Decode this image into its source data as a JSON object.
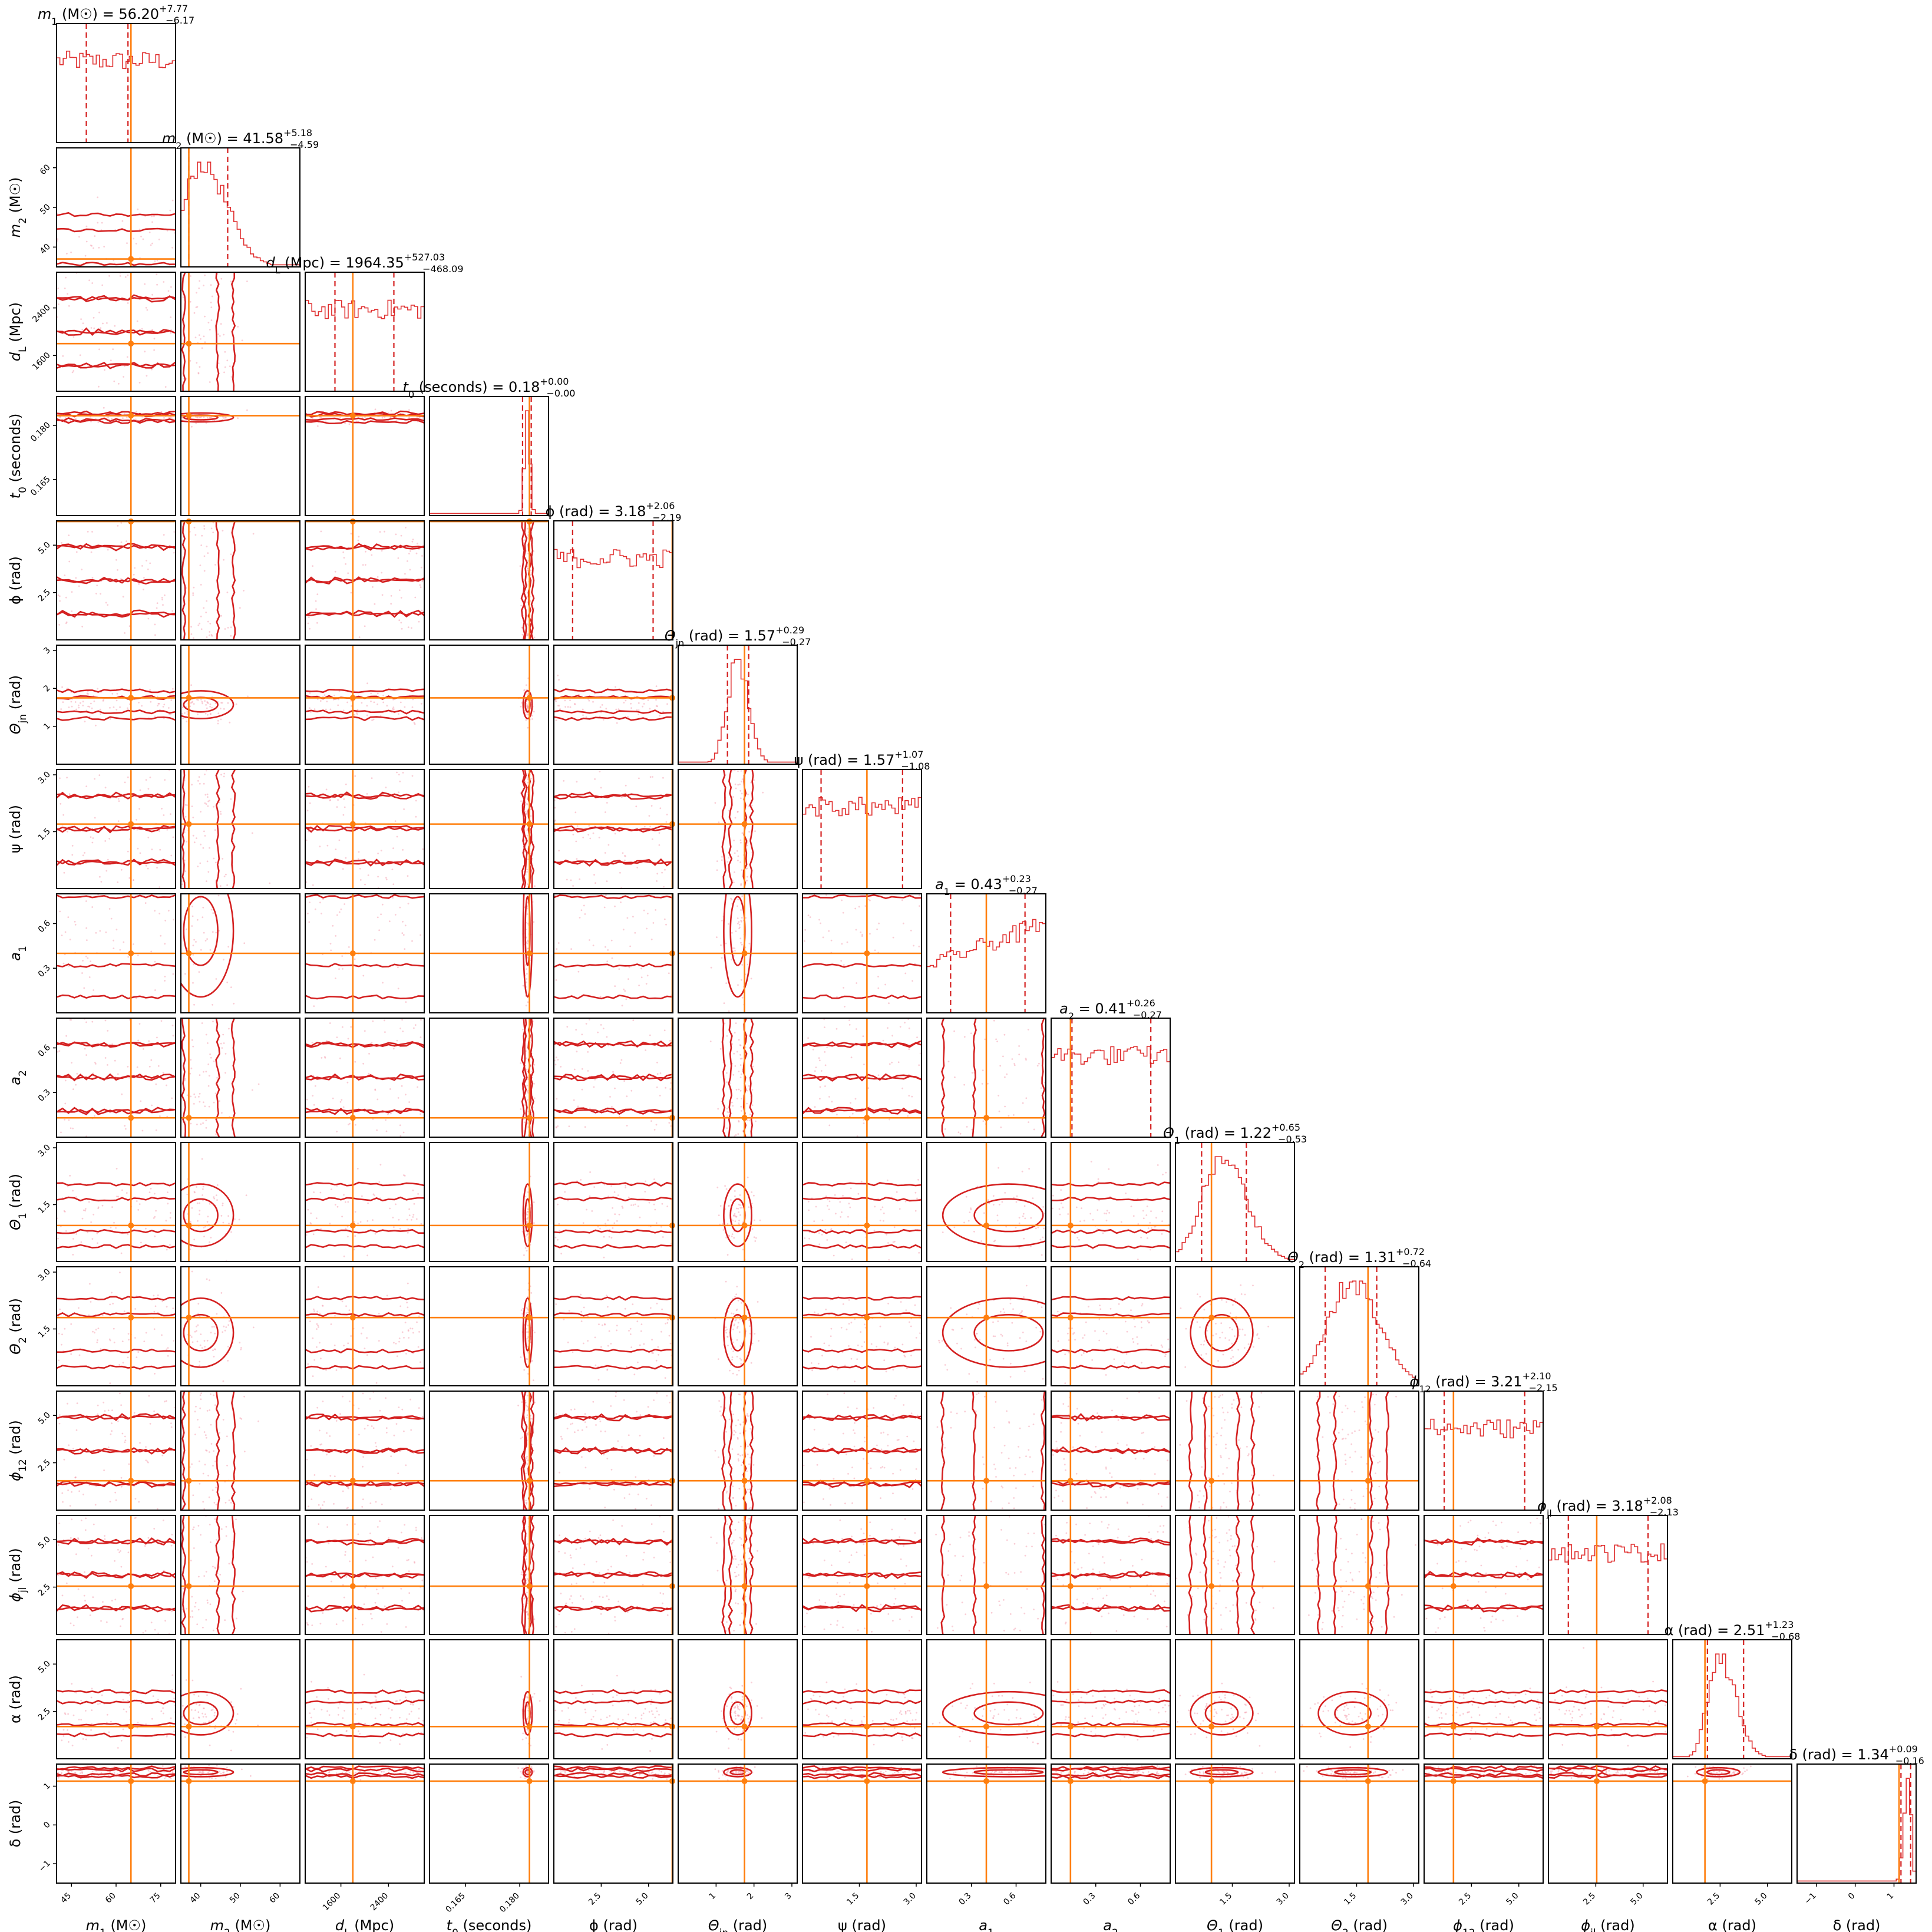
{
  "chart_data": {
    "type": "corner",
    "colors": {
      "posterior": "#d42020",
      "truth": "#ff7f0e",
      "samples": "#f4a6b4"
    },
    "parameters": [
      {
        "axis_label": "m_1 (M☉)",
        "title_param": "m_1 (M☉)",
        "median": "56.20",
        "plus": "+7.77",
        "minus": "−6.17",
        "range": [
          40,
          80
        ],
        "ticks": [
          45,
          60,
          75
        ],
        "tick_labels": [
          "45",
          "60",
          "75"
        ],
        "truth": 65.0,
        "q_low": 50.0,
        "q_high": 64.0,
        "peak": 56.2,
        "spread_lo": 6.2,
        "spread_hi": 9.5
      },
      {
        "axis_label": "m_2 (M☉)",
        "title_param": "m_2 (M☉)",
        "median": "41.58",
        "plus": "+5.18",
        "minus": "−4.59",
        "range": [
          35,
          65
        ],
        "ticks": [
          40,
          50,
          60
        ],
        "tick_labels": [
          "40",
          "50",
          "60"
        ],
        "truth": 37.0,
        "q_low": 37.0,
        "q_high": 46.8,
        "peak": 40.0,
        "spread_lo": 4.0,
        "spread_hi": 6.5
      },
      {
        "axis_label": "d_L (Mpc)",
        "title_param": "d_L (Mpc)",
        "median": "1964.35",
        "plus": "+527.03",
        "minus": "−468.09",
        "range": [
          1000,
          3000
        ],
        "ticks": [
          1600,
          2400
        ],
        "tick_labels": [
          "1600",
          "2400"
        ],
        "truth": 1800,
        "q_low": 1500,
        "q_high": 2490,
        "peak": 1960,
        "spread_lo": 470,
        "spread_hi": 530
      },
      {
        "axis_label": "t_0 (seconds)",
        "title_param": "t_0 (seconds)",
        "median": "0.18",
        "plus": "+0.00",
        "minus": "−0.00",
        "range": [
          0.155,
          0.188
        ],
        "ticks": [
          0.165,
          0.18
        ],
        "tick_labels": [
          "0.165",
          "0.180"
        ],
        "truth": 0.1827,
        "q_low": 0.1808,
        "q_high": 0.1832,
        "peak": 0.1822,
        "spread_lo": 0.0008,
        "spread_hi": 0.0007
      },
      {
        "axis_label": "ϕ (rad)",
        "title_param": "ϕ (rad)",
        "median": "3.18",
        "plus": "+2.06",
        "minus": "−2.19",
        "range": [
          0,
          6.283
        ],
        "ticks": [
          2.5,
          5.0
        ],
        "tick_labels": [
          "2.5",
          "5.0"
        ],
        "truth": 6.25,
        "q_low": 0.99,
        "q_high": 5.24,
        "peak": 3.14,
        "spread_lo": 10,
        "spread_hi": 10
      },
      {
        "axis_label": "Θ_jn (rad)",
        "title_param": "Θ_jn (rad)",
        "median": "1.57",
        "plus": "+0.29",
        "minus": "−0.27",
        "range": [
          0,
          3.14
        ],
        "ticks": [
          1,
          2,
          3
        ],
        "tick_labels": [
          "1",
          "2",
          "3"
        ],
        "truth": 1.75,
        "q_low": 1.3,
        "q_high": 1.86,
        "peak": 1.57,
        "spread_lo": 0.27,
        "spread_hi": 0.29
      },
      {
        "axis_label": "ψ (rad)",
        "title_param": "ψ (rad)",
        "median": "1.57",
        "plus": "+1.07",
        "minus": "−1.08",
        "range": [
          0,
          3.14
        ],
        "ticks": [
          1.5,
          3.0
        ],
        "tick_labels": [
          "1.5",
          "3.0"
        ],
        "truth": 1.7,
        "q_low": 0.49,
        "q_high": 2.64,
        "peak": 1.57,
        "spread_lo": 10,
        "spread_hi": 10
      },
      {
        "axis_label": "a_1",
        "title_param": "a_1",
        "median": "0.43",
        "plus": "+0.23",
        "minus": "−0.27",
        "range": [
          0,
          0.8
        ],
        "ticks": [
          0.3,
          0.6
        ],
        "tick_labels": [
          "0.3",
          "0.6"
        ],
        "truth": 0.4,
        "q_low": 0.16,
        "q_high": 0.66,
        "peak": 0.55,
        "spread_lo": 0.5,
        "spread_hi": 0.35
      },
      {
        "axis_label": "a_2",
        "title_param": "a_2",
        "median": "0.41",
        "plus": "+0.26",
        "minus": "−0.27",
        "range": [
          0,
          0.8
        ],
        "ticks": [
          0.3,
          0.6
        ],
        "tick_labels": [
          "0.3",
          "0.6"
        ],
        "truth": 0.13,
        "q_low": 0.14,
        "q_high": 0.67,
        "peak": 0.4,
        "spread_lo": 10,
        "spread_hi": 10
      },
      {
        "axis_label": "Θ_1 (rad)",
        "title_param": "Θ_1 (rad)",
        "median": "1.22",
        "plus": "+0.65",
        "minus": "−0.53",
        "range": [
          0,
          3.14
        ],
        "ticks": [
          1.5,
          3.0
        ],
        "tick_labels": [
          "1.5",
          "3.0"
        ],
        "truth": 0.95,
        "q_low": 0.69,
        "q_high": 1.87,
        "peak": 1.22,
        "spread_lo": 0.53,
        "spread_hi": 0.65
      },
      {
        "axis_label": "Θ_2 (rad)",
        "title_param": "Θ_2 (rad)",
        "median": "1.31",
        "plus": "+0.72",
        "minus": "−0.64",
        "range": [
          0,
          3.14
        ],
        "ticks": [
          1.5,
          3.0
        ],
        "tick_labels": [
          "1.5",
          "3.0"
        ],
        "truth": 1.8,
        "q_low": 0.67,
        "q_high": 2.03,
        "peak": 1.4,
        "spread_lo": 0.64,
        "spread_hi": 0.72
      },
      {
        "axis_label": "ϕ_12 (rad)",
        "title_param": "ϕ_12 (rad)",
        "median": "3.21",
        "plus": "+2.10",
        "minus": "−2.15",
        "range": [
          0,
          6.283
        ],
        "ticks": [
          2.5,
          5.0
        ],
        "tick_labels": [
          "2.5",
          "5.0"
        ],
        "truth": 1.55,
        "q_low": 1.06,
        "q_high": 5.31,
        "peak": 3.21,
        "spread_lo": 10,
        "spread_hi": 10
      },
      {
        "axis_label": "ϕ_jl (rad)",
        "title_param": "ϕ_jl (rad)",
        "median": "3.18",
        "plus": "+2.08",
        "minus": "−2.13",
        "range": [
          0,
          6.283
        ],
        "ticks": [
          2.5,
          5.0
        ],
        "tick_labels": [
          "2.5",
          "5.0"
        ],
        "truth": 2.55,
        "q_low": 1.05,
        "q_high": 5.26,
        "peak": 3.18,
        "spread_lo": 10,
        "spread_hi": 10
      },
      {
        "axis_label": "α (rad)",
        "title_param": "α (rad)",
        "median": "2.51",
        "plus": "+1.23",
        "minus": "−0.68",
        "range": [
          0,
          6.283
        ],
        "ticks": [
          2.5,
          5.0
        ],
        "tick_labels": [
          "2.5",
          "5.0"
        ],
        "truth": 1.7,
        "q_low": 1.83,
        "q_high": 3.74,
        "peak": 2.4,
        "spread_lo": 0.55,
        "spread_hi": 0.9
      },
      {
        "axis_label": "δ (rad)",
        "title_param": "δ (rad)",
        "median": "1.34",
        "plus": "+0.09",
        "minus": "−0.16",
        "range": [
          -1.5,
          1.57
        ],
        "ticks": [
          -1,
          0,
          1
        ],
        "tick_labels": [
          "−1",
          "0",
          "1"
        ],
        "truth": 1.13,
        "q_low": 1.18,
        "q_high": 1.43,
        "peak": 1.36,
        "spread_lo": 0.1,
        "spread_hi": 0.08
      }
    ]
  }
}
